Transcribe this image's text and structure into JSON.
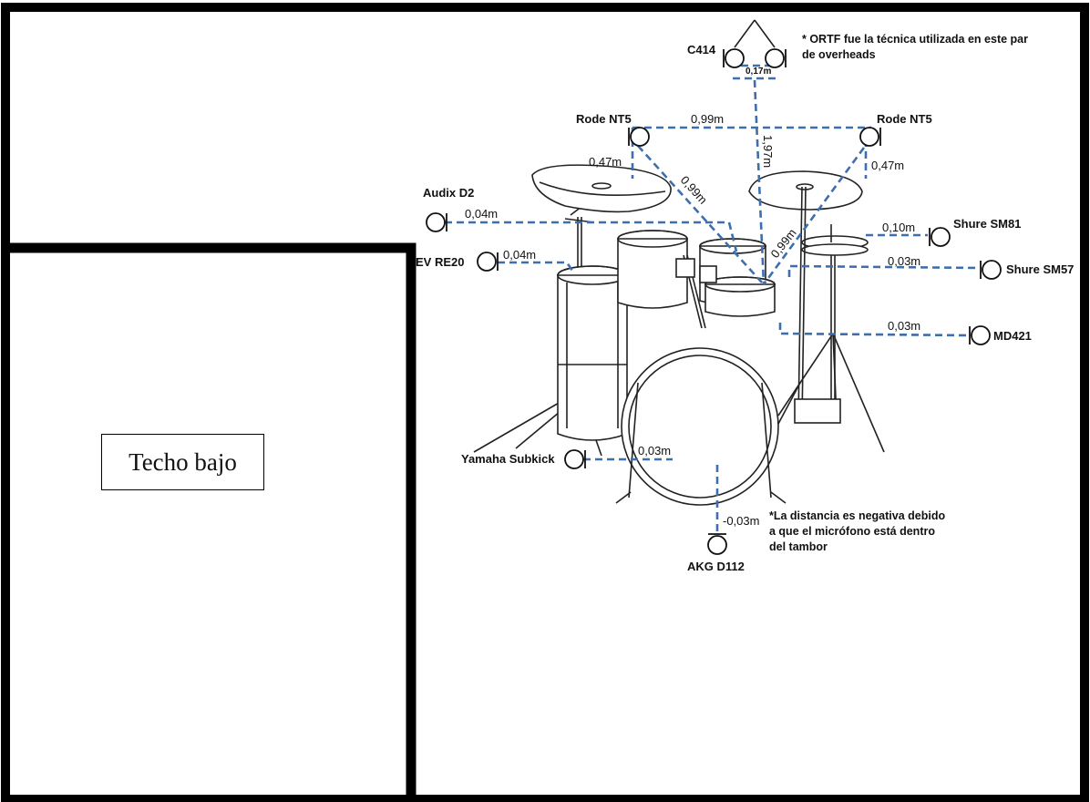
{
  "room": {
    "low_ceiling_label": "Techo bajo"
  },
  "microphones": {
    "c414": "C414",
    "rode_nt5_left": "Rode NT5",
    "rode_nt5_right": "Rode NT5",
    "audix_d2": "Audix D2",
    "ev_re20": "EV RE20",
    "shure_sm81": "Shure SM81",
    "shure_sm57": "Shure SM57",
    "md421": "MD421",
    "yamaha_subkick": "Yamaha Subkick",
    "akg_d112": "AKG D112"
  },
  "distances": {
    "c414_spacing": "0,17m",
    "nt5_spacing": "0,99m",
    "c414_to_kit": "1,97m",
    "nt5_left_height": "0,47m",
    "nt5_right_height": "0,47m",
    "nt5_left_diag": "0,99m",
    "nt5_right_diag": "0,99m",
    "audix_d2": "0,04m",
    "ev_re20": "0,04m",
    "shure_sm81": "0,10m",
    "shure_sm57": "0,03m",
    "md421": "0,03m",
    "yamaha_subkick": "0,03m",
    "akg_d112": "-0,03m"
  },
  "notes": {
    "ortf_line1": "* ORTF fue la técnica utilizada en este par",
    "ortf_line2": "de overheads",
    "negative_line1": "*La distancia es negativa debido",
    "negative_line2": "a que el micrófono está dentro",
    "negative_line3": "del tambor"
  },
  "colors": {
    "dashed_line": "#3d6fae",
    "walls": "#000000"
  }
}
